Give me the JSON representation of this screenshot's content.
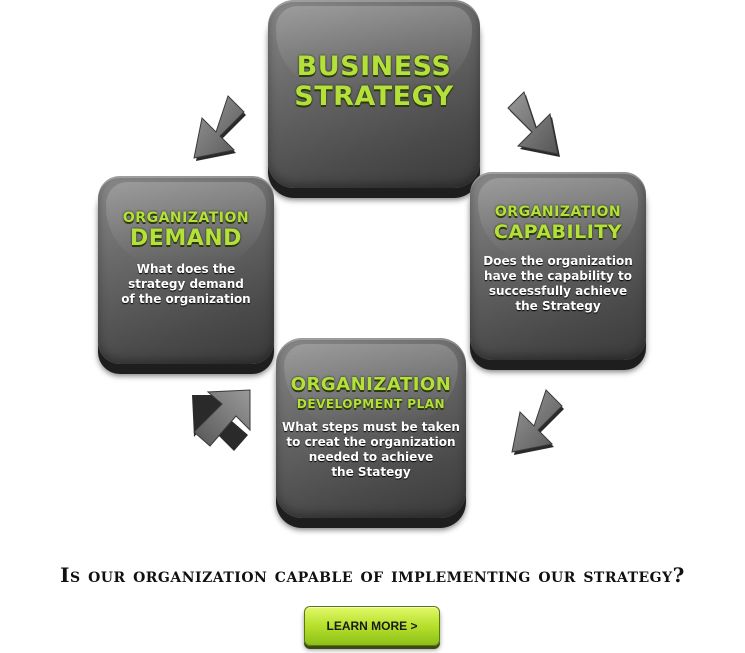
{
  "blocks": {
    "top": {
      "title_line1": "BUSINESS",
      "title_line2": "STRATEGY"
    },
    "left": {
      "title_small": "ORGANIZATION",
      "title_big": "DEMAND",
      "desc_lines": [
        "What does the",
        "strategy demand",
        "of the organization"
      ]
    },
    "right": {
      "title_small": "ORGANIZATION",
      "title_big": "CAPABILITY",
      "desc_lines": [
        "Does the organization",
        "have the capability to",
        "successfully achieve",
        "the Strategy"
      ]
    },
    "bottom": {
      "title_big": "ORGANIZATION",
      "title_small": "DEVELOPMENT PLAN",
      "desc_lines": [
        "What steps must be taken",
        "to creat the organization",
        "needed to achieve",
        "the Stategy"
      ]
    }
  },
  "question": "Is our organization capable of implementing our strategy?",
  "button": {
    "label": "LEARN MORE >"
  },
  "colors": {
    "accent_green": "#b4e03a",
    "block_gray": "#5a5a5a",
    "button_green": "#b6e02c"
  }
}
